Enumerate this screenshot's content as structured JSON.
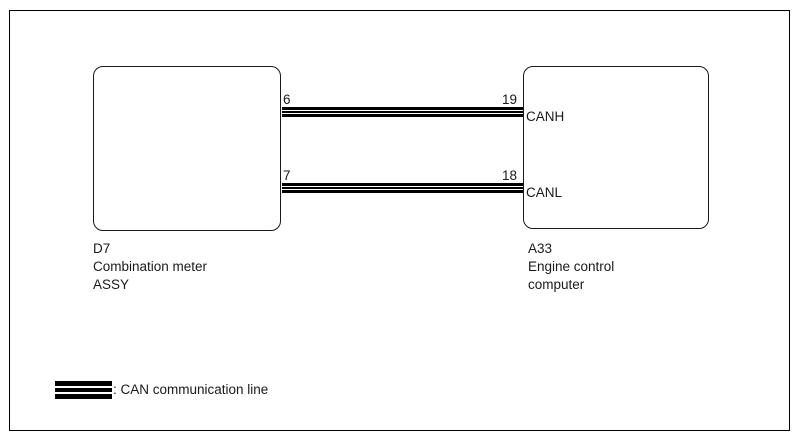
{
  "diagram": {
    "type": "wiring-diagram",
    "components": {
      "left": {
        "id": "D7",
        "name_lines": [
          "Combination meter",
          "ASSY"
        ]
      },
      "right": {
        "id": "A33",
        "name_lines": [
          "Engine control",
          "computer"
        ]
      }
    },
    "connections": [
      {
        "from_pin": "6",
        "to_pin": "19",
        "signal": "CANH",
        "line_style": "can-triple-line"
      },
      {
        "from_pin": "7",
        "to_pin": "18",
        "signal": "CANL",
        "line_style": "can-triple-line"
      }
    ],
    "legend": {
      "symbol": "can-line-symbol",
      "label": ": CAN communication line"
    },
    "colors": {
      "line": "#000000",
      "background": "#ffffff"
    }
  }
}
